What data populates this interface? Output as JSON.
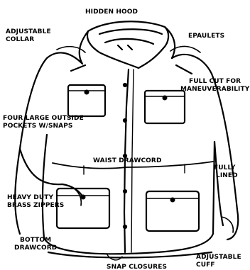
{
  "labels": {
    "hidden_hood": "HIDDEN HOOD",
    "adjustable_collar_1": "ADJUSTABLE",
    "adjustable_collar_2": "COLLAR",
    "epaulets": "EPAULETS",
    "full_cut_1": "FULL CUT FOR",
    "full_cut_2": "MANEUVERABILITY",
    "pockets_1": "FOUR LARGE OUTSIDE",
    "pockets_2": "POCKETS W/SNAPS",
    "waist_drawcord": "WAIST DRAWCORD",
    "fully_lined_1": "FULLY",
    "fully_lined_2": "LINED",
    "zippers_1": "HEAVY DUTY",
    "zippers_2": "BRASS ZIPPERS",
    "bottom_drawcord_1": "BOTTOM",
    "bottom_drawcord_2": "DRAWCORD",
    "adjustable_cuff_1": "ADJUSTABLE",
    "adjustable_cuff_2": "CUFF",
    "snap_closures": "SNAP CLOSURES"
  },
  "colors": {
    "ink": "#000000",
    "paper": "#ffffff"
  }
}
